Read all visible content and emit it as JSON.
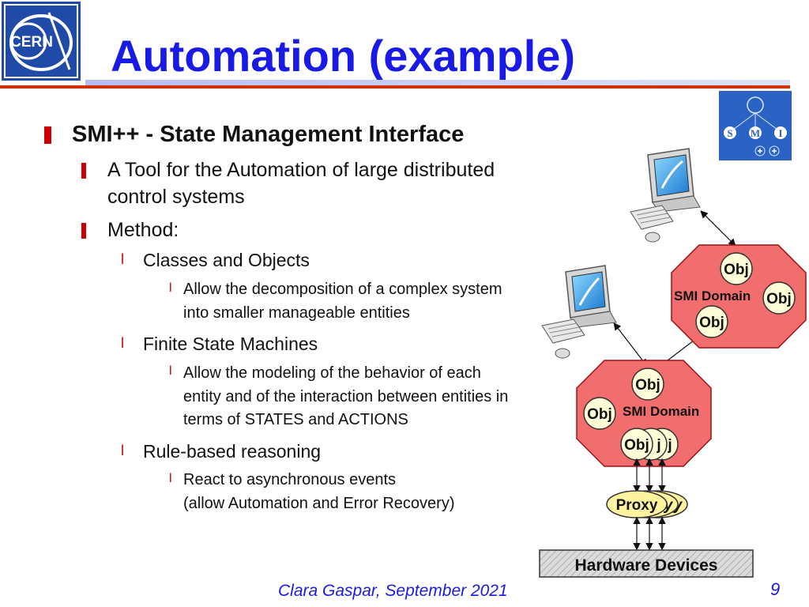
{
  "slide": {
    "title": "Automation (example)",
    "footer": "Clara Gaspar, September 2021",
    "page_number": "9"
  },
  "logos": {
    "cern": {
      "text": "CERN",
      "icon": "cern-logo"
    },
    "smi": {
      "letters": [
        "S",
        "M",
        "I"
      ],
      "icon": "smi-logo"
    }
  },
  "content": {
    "heading": "SMI++ - State Management Interface",
    "tool_line1": "A Tool for the Automation of large distributed",
    "tool_line2": "control systems",
    "method": "Method:",
    "classes": "Classes and Objects",
    "classes_d1": "Allow the decomposition of a complex system",
    "classes_d2": "into smaller manageable entities",
    "fsm": "Finite State Machines",
    "fsm_d1": "Allow the modeling of the behavior of each",
    "fsm_d2": "entity and of the interaction between entities in",
    "fsm_d3": "terms of STATES and ACTIONS",
    "rules": "Rule-based reasoning",
    "rules_d1": "React to asynchronous events",
    "rules_d2": "(allow Automation and Error Recovery)"
  },
  "diagram": {
    "top_domain": {
      "label": "SMI Domain",
      "objects": [
        "Obj",
        "Obj",
        "Obj"
      ]
    },
    "bottom_domain": {
      "label": "SMI Domain",
      "objects": [
        "Obj",
        "Obj",
        "Obj",
        "Obj",
        "Obj"
      ]
    },
    "stack_suffix": [
      "j",
      "j"
    ],
    "proxy": {
      "label": "Proxy",
      "suffix": [
        "y",
        "y"
      ]
    },
    "hardware": "Hardware Devices",
    "colors": {
      "domain_fill": "#f26d6d",
      "domain_stroke": "#9a1010",
      "obj_fill": "#fffdd8",
      "proxy_fill": "#fff3a0",
      "hardware_fill": "#dcdcdc"
    },
    "icons": [
      "computer-workstation-icon",
      "computer-workstation-icon"
    ]
  }
}
